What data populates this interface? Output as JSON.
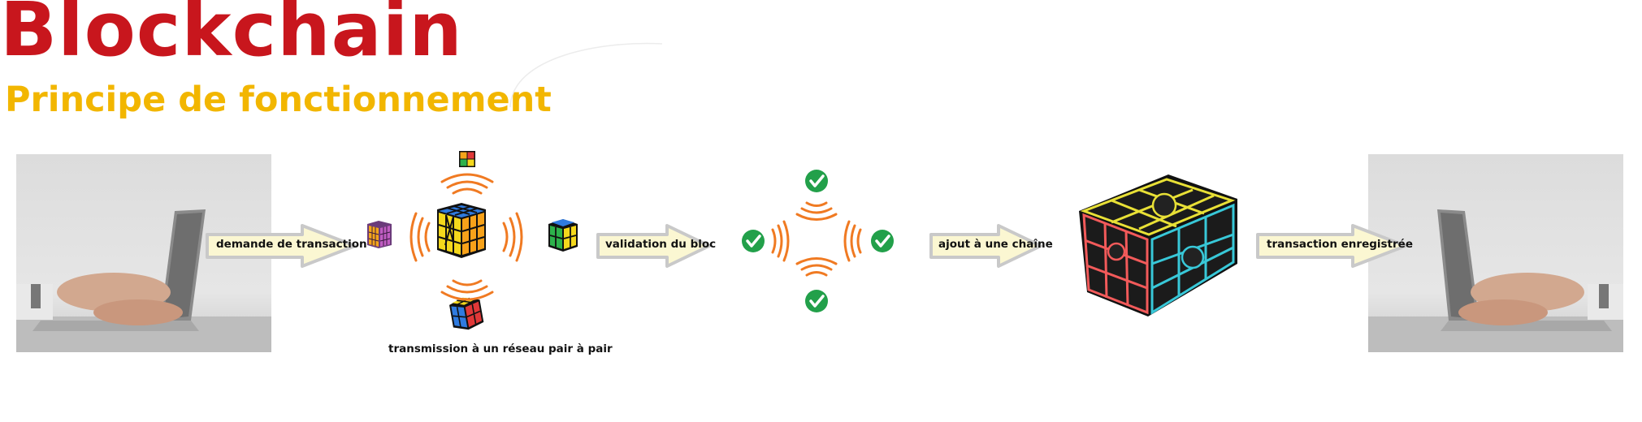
{
  "title": "Blockchain",
  "subtitle": "Principe de fonctionnement",
  "colors": {
    "title": "#c8161d",
    "subtitle": "#f2b600",
    "arrow_fill": "#fbf7d2",
    "arrow_stroke": "#c9c9c9",
    "signal": "#f07a22",
    "check": "#22a04a"
  },
  "steps": {
    "request_label": "demande de transaction",
    "broadcast_caption": "transmission à un réseau pair à pair",
    "validation_label": "validation du bloc",
    "chain_label": "ajout à une chaîne",
    "recorded_label": "transaction enregistrée"
  },
  "icons": {
    "laptop": "laptop-photo",
    "cube": "rubik-cube-icon",
    "signal": "wifi-waves-icon",
    "check": "check-circle-icon"
  }
}
